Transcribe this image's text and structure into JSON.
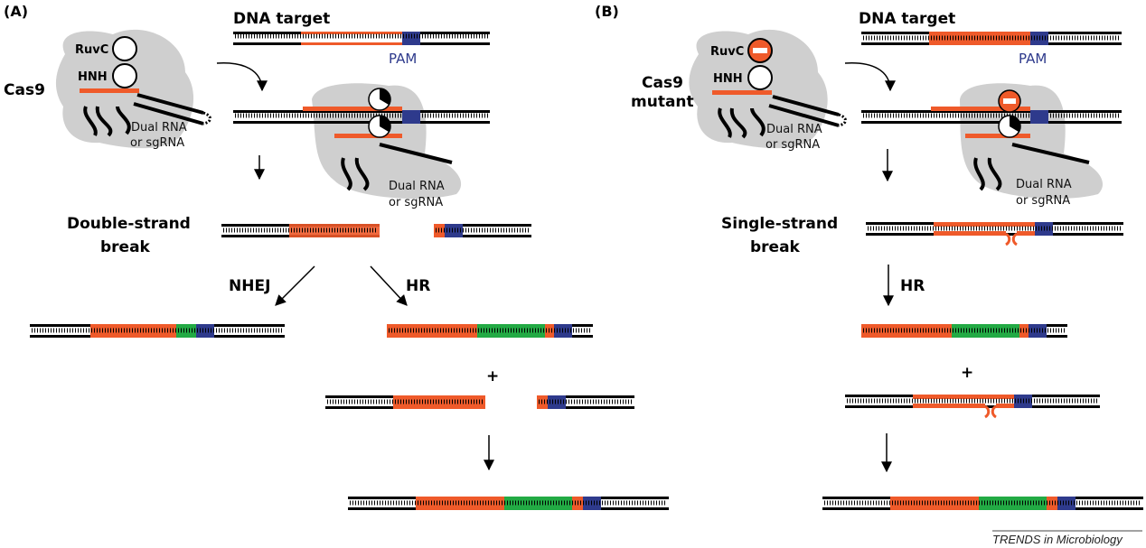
{
  "panels": {
    "a": {
      "label": "(A)",
      "protein": "Cas9",
      "domains": {
        "ruvc": "RuvC",
        "hnh": "HNH"
      },
      "rna": [
        "Dual RNA",
        "or sgRNA"
      ],
      "target": "DNA target",
      "pam": "PAM",
      "break": [
        "Double-strand",
        "break"
      ],
      "pathway_left": "NHEJ",
      "pathway_right": "HR",
      "plus": "+"
    },
    "b": {
      "label": "(B)",
      "protein": [
        "Cas9",
        "mutant"
      ],
      "domains": {
        "ruvc": "RuvC",
        "hnh": "HNH"
      },
      "rna": [
        "Dual RNA",
        "or sgRNA"
      ],
      "target": "DNA target",
      "pam": "PAM",
      "break": [
        "Single-strand",
        "break"
      ],
      "pathway": "HR",
      "plus": "+"
    }
  },
  "credit": "TRENDS in Microbiology",
  "colors": {
    "target": "#ef5a2a",
    "pam": "#2e3a8c",
    "donor": "#22aa44",
    "dna": "#000000",
    "protein": "#cfcfcf"
  }
}
